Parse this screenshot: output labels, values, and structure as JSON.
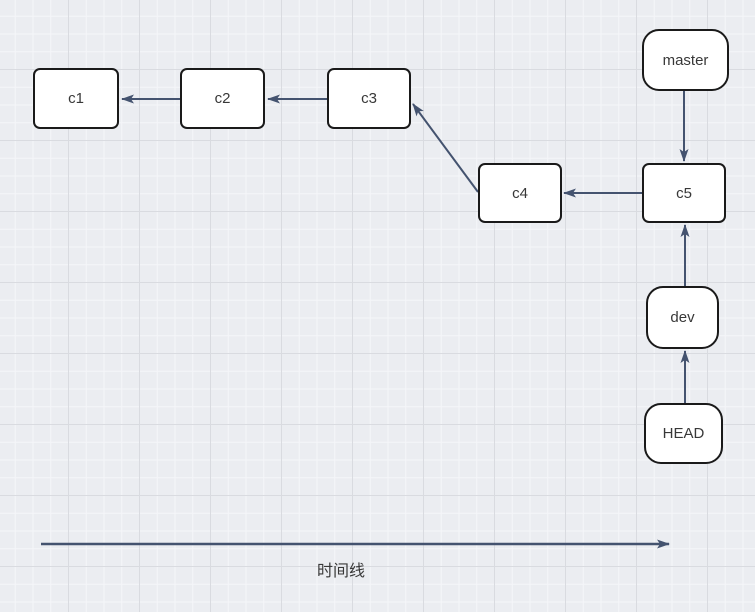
{
  "nodes": {
    "c1": {
      "label": "c1",
      "shape": "rect"
    },
    "c2": {
      "label": "c2",
      "shape": "rect"
    },
    "c3": {
      "label": "c3",
      "shape": "rect"
    },
    "c4": {
      "label": "c4",
      "shape": "rect"
    },
    "c5": {
      "label": "c5",
      "shape": "rect"
    },
    "master": {
      "label": "master",
      "shape": "rounded"
    },
    "dev": {
      "label": "dev",
      "shape": "rounded"
    },
    "head": {
      "label": "HEAD",
      "shape": "rounded"
    }
  },
  "edges": [
    {
      "from": "c2",
      "to": "c1"
    },
    {
      "from": "c3",
      "to": "c2"
    },
    {
      "from": "c4",
      "to": "c3"
    },
    {
      "from": "c5",
      "to": "c4"
    },
    {
      "from": "master",
      "to": "c5"
    },
    {
      "from": "dev",
      "to": "c5"
    },
    {
      "from": "HEAD",
      "to": "dev"
    }
  ],
  "timeline": {
    "label": "时间线"
  },
  "colors": {
    "canvas-bg": "#ebedf1",
    "grid-minor": "#f5f6f9",
    "grid-major": "#d9dbe0",
    "node-fill": "#ffffff",
    "node-border": "#1a1a1a",
    "arrow": "#44536f",
    "text": "#383838"
  }
}
